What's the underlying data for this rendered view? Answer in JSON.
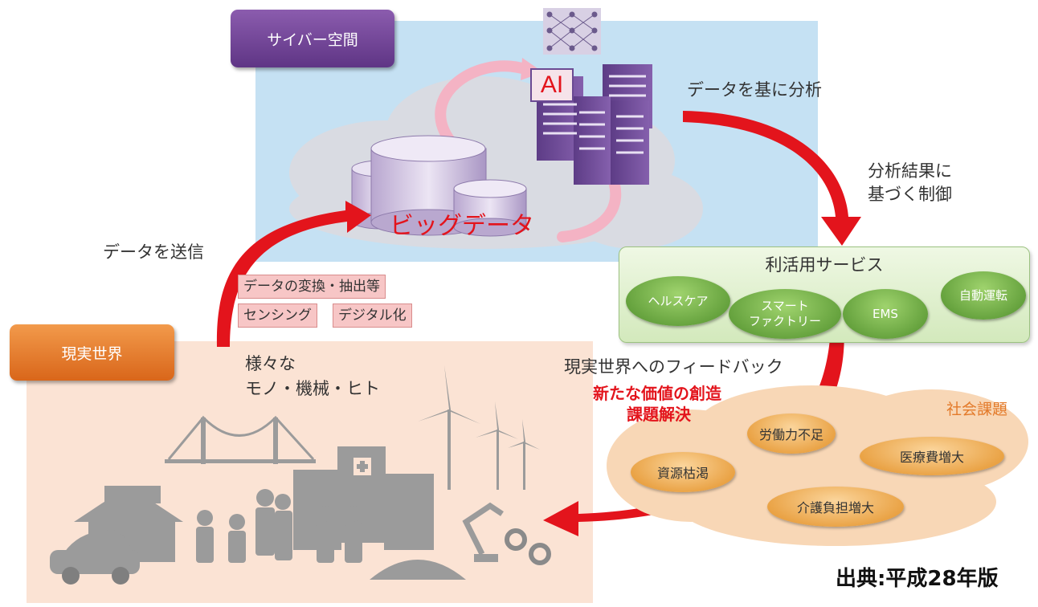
{
  "cyber": {
    "label": "サイバー空間",
    "ai_label": "AI",
    "bigdata_label": "ビッグデータ"
  },
  "real": {
    "label": "現実世界",
    "things_line1": "様々な",
    "things_line2": "モノ・機械・ヒト"
  },
  "flows": {
    "analyze": "データを基に分析",
    "control_line1": "分析結果に",
    "control_line2": "基づく制御",
    "send": "データを送信",
    "feedback": "現実世界へのフィードバック",
    "value_line1": "新たな価値の創造",
    "value_line2": "課題解決"
  },
  "processing_tags": {
    "convert": "データの変換・抽出等",
    "sensing": "センシング",
    "digitize": "デジタル化"
  },
  "services": {
    "title": "利活用サービス",
    "items": [
      {
        "label": "ヘルスケア"
      },
      {
        "label_line1": "スマート",
        "label_line2": "ファクトリー"
      },
      {
        "label": "EMS"
      },
      {
        "label": "自動運転"
      }
    ]
  },
  "issues": {
    "title": "社会課題",
    "items": [
      "労働力不足",
      "医療費増大",
      "資源枯渇",
      "介護負担増大"
    ]
  },
  "source": "出典:平成28年版",
  "colors": {
    "cyber_bg": "#c5e1f3",
    "real_bg": "#fbe3d4",
    "cyber_label": "#6b3f93",
    "real_label": "#e4752a",
    "arrow_red": "#e3141c",
    "service_green": "#5fa232",
    "issue_orange": "#e9962e"
  }
}
